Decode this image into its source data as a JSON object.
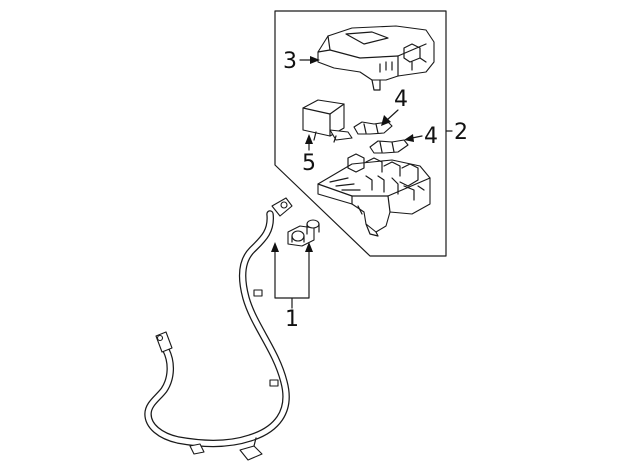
{
  "diagram": {
    "callouts": {
      "c1": "1",
      "c2": "2",
      "c3": "3",
      "c4a": "4",
      "c4b": "4",
      "c5": "5"
    },
    "colors": {
      "line": "#1a1a1a",
      "background": "#ffffff"
    }
  }
}
